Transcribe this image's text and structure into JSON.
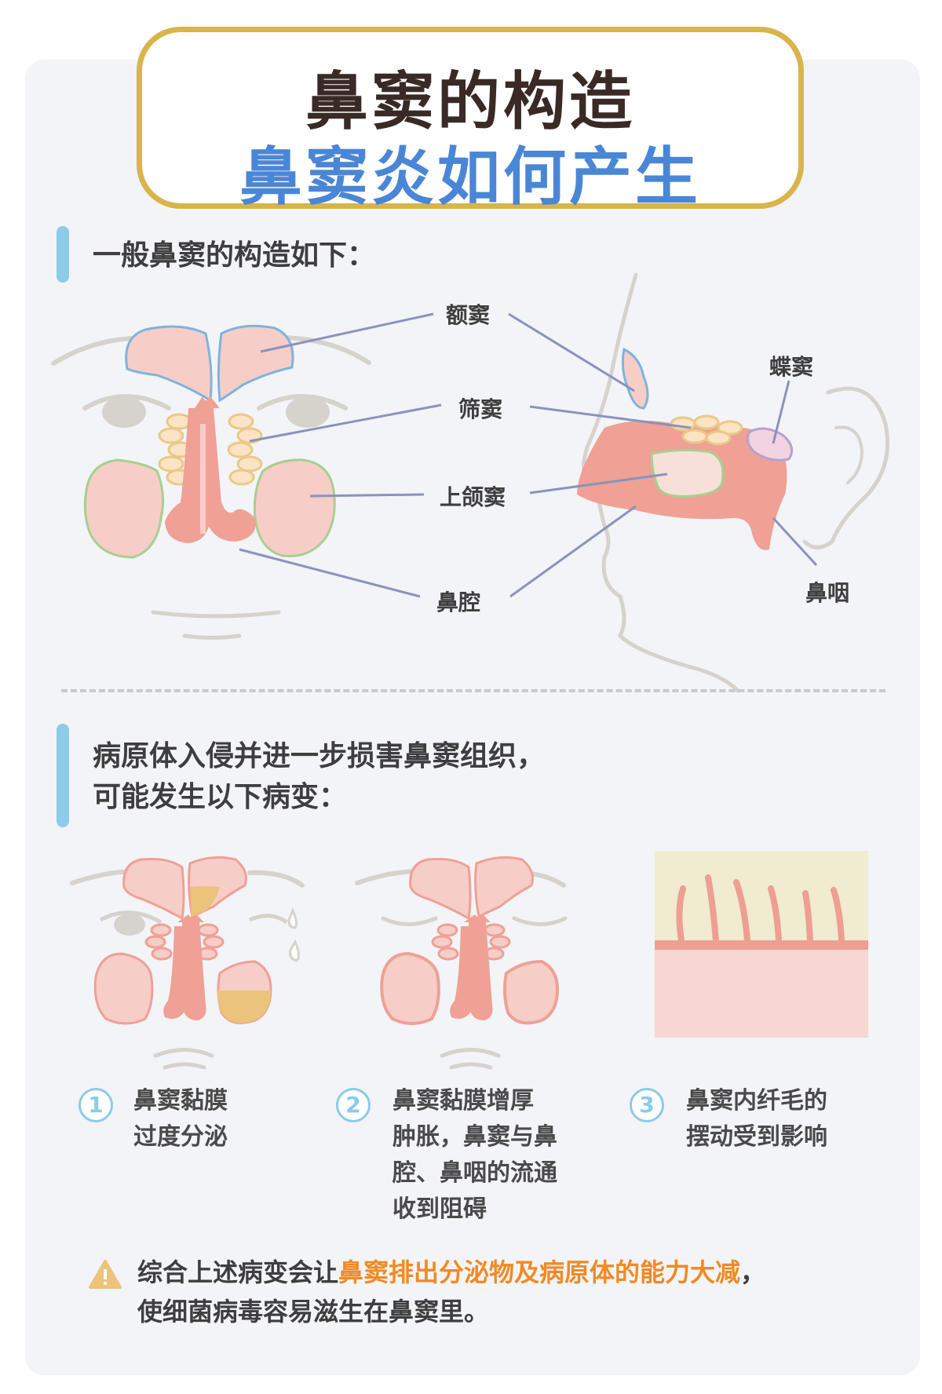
{
  "title": {
    "line1": "鼻窦的构造",
    "line2": "鼻窦炎如何产生"
  },
  "section1": {
    "heading": "一般鼻窦的构造如下："
  },
  "labels": {
    "frontal": "额窦",
    "ethmoid": "筛窦",
    "maxillary": "上颌窦",
    "nasal_cavity": "鼻腔",
    "sphenoid": "蝶窦",
    "nasopharynx": "鼻咽"
  },
  "section2": {
    "heading_line1": "病原体入侵并进一步损害鼻窦组织，",
    "heading_line2": "可能发生以下病变："
  },
  "changes": [
    {
      "num": "1",
      "line1": "鼻窦黏膜",
      "line2": "过度分泌"
    },
    {
      "num": "2",
      "line1": "鼻窦黏膜增厚",
      "line2": "肿胀，鼻窦与鼻",
      "line3": "腔、鼻咽的流通",
      "line4": "收到阻碍"
    },
    {
      "num": "3",
      "line1": "鼻窦内纤毛的",
      "line2": "摆动受到影响"
    }
  ],
  "warning": {
    "prefix": "综合上述病变会让",
    "highlight": "鼻窦排出分泌物及病原体的能力大减",
    "suffix": "，",
    "line2": "使细菌病毒容易滋生在鼻窦里。"
  },
  "colors": {
    "accent_blue": "#4a86d6",
    "gold": "#d9b44a",
    "highlight_orange": "#f08a24",
    "bar_blue": "#8ccbe9"
  }
}
